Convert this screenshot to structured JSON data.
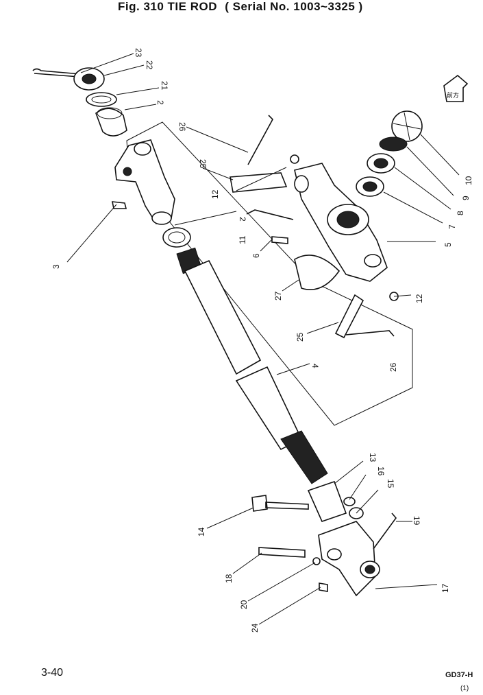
{
  "header": {
    "title": "Fig. 310 TIE ROD",
    "serial": "( Serial No. 1003~3325 )"
  },
  "footer": {
    "page": "3-40",
    "code": "GD37-H",
    "rev": "(1)"
  },
  "badge": "前方",
  "callouts": [
    {
      "id": "c23",
      "text": "23"
    },
    {
      "id": "c22",
      "text": "22"
    },
    {
      "id": "c21",
      "text": "21"
    },
    {
      "id": "c2a",
      "text": "2"
    },
    {
      "id": "c26a",
      "text": "26"
    },
    {
      "id": "c25a",
      "text": "25"
    },
    {
      "id": "c12a",
      "text": "12"
    },
    {
      "id": "c10",
      "text": "10"
    },
    {
      "id": "c9",
      "text": "9"
    },
    {
      "id": "c8",
      "text": "8"
    },
    {
      "id": "c7",
      "text": "7"
    },
    {
      "id": "c3",
      "text": "3"
    },
    {
      "id": "c2b",
      "text": "2"
    },
    {
      "id": "c11",
      "text": "11"
    },
    {
      "id": "c6",
      "text": "6"
    },
    {
      "id": "c5",
      "text": "5"
    },
    {
      "id": "c27",
      "text": "27"
    },
    {
      "id": "c12b",
      "text": "12"
    },
    {
      "id": "c25b",
      "text": "25"
    },
    {
      "id": "c26b",
      "text": "26"
    },
    {
      "id": "c4",
      "text": "4"
    },
    {
      "id": "c13",
      "text": "13"
    },
    {
      "id": "c16",
      "text": "16"
    },
    {
      "id": "c15",
      "text": "15"
    },
    {
      "id": "c14",
      "text": "14"
    },
    {
      "id": "c19",
      "text": "19"
    },
    {
      "id": "c18",
      "text": "18"
    },
    {
      "id": "c17",
      "text": "17"
    },
    {
      "id": "c20",
      "text": "20"
    },
    {
      "id": "c24",
      "text": "24"
    }
  ]
}
